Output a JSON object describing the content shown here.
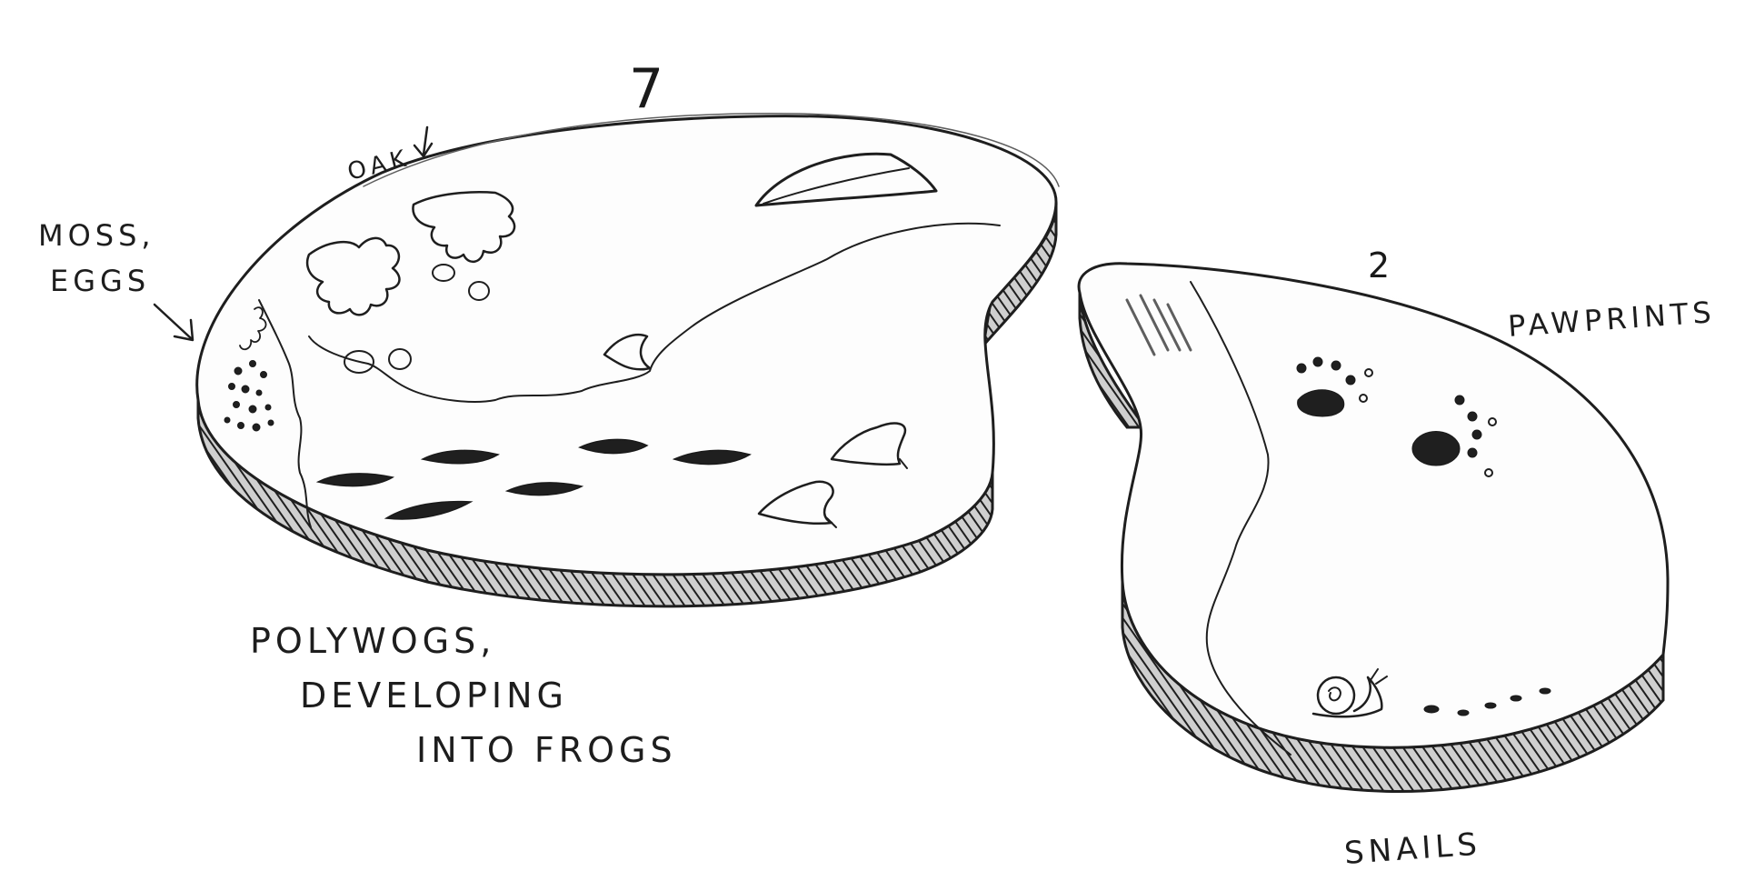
{
  "sketch": {
    "left_piece": {
      "number": "7",
      "labels": {
        "oak": "OAK",
        "moss_line1": "MOSS,",
        "moss_line2": "EGGS",
        "polywogs_line1": "POLYWOGS,",
        "polywogs_line2": "DEVELOPING",
        "polywogs_line3": "INTO FROGS"
      }
    },
    "right_piece": {
      "number": "2",
      "labels": {
        "pawprints": "PAWPRINTS",
        "snails": "SNAILS"
      }
    }
  },
  "colors": {
    "paper": "#ffffff",
    "ink": "#1e1e1e",
    "shading": "#444444"
  }
}
